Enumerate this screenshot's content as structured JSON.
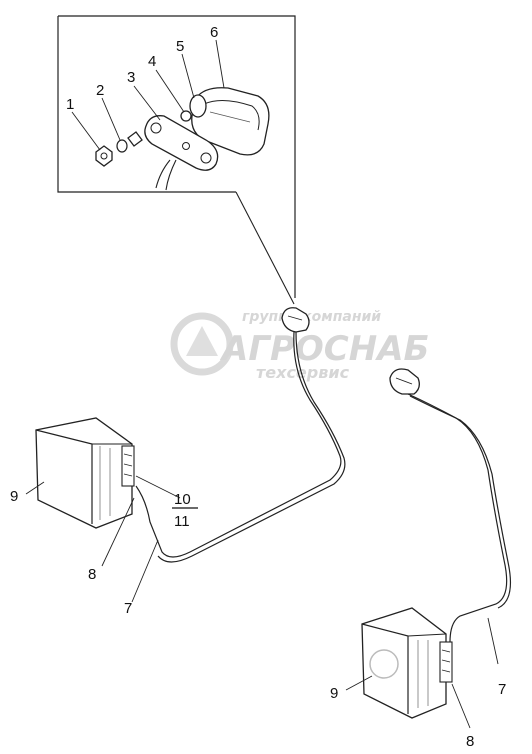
{
  "watermark": {
    "line1": "группа компаний",
    "line2": "АГРОСНАБ",
    "line3": "техсервис"
  },
  "labels": {
    "l1": "1",
    "l2": "2",
    "l3": "3",
    "l4": "4",
    "l5": "5",
    "l6": "6",
    "l7a": "7",
    "l7b": "7",
    "l8a": "8",
    "l8b": "8",
    "l9a": "9",
    "l9b": "9",
    "l10": "10",
    "l11": "11"
  }
}
